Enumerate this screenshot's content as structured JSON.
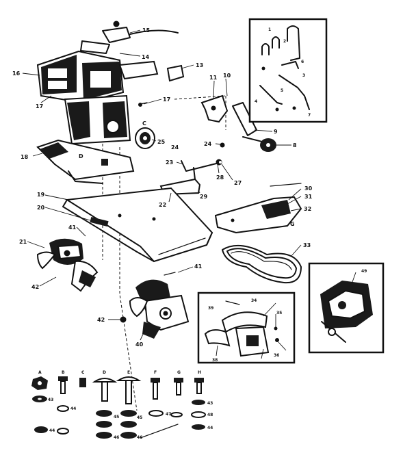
{
  "callouts": [
    {
      "id": "c15",
      "text": "15"
    },
    {
      "id": "c14",
      "text": "14"
    },
    {
      "id": "c16",
      "text": "16"
    },
    {
      "id": "c17a",
      "text": "17"
    },
    {
      "id": "c13",
      "text": "13"
    },
    {
      "id": "c17b",
      "text": "17"
    },
    {
      "id": "c11",
      "text": "11"
    },
    {
      "id": "c10",
      "text": "10"
    },
    {
      "id": "cC",
      "text": "C"
    },
    {
      "id": "c25",
      "text": "25"
    },
    {
      "id": "c9",
      "text": "9"
    },
    {
      "id": "c8",
      "text": "8"
    },
    {
      "id": "c24a",
      "text": "24"
    },
    {
      "id": "c24b",
      "text": "24"
    },
    {
      "id": "c23",
      "text": "23"
    },
    {
      "id": "c28",
      "text": "28"
    },
    {
      "id": "c27",
      "text": "27"
    },
    {
      "id": "c29",
      "text": "29"
    },
    {
      "id": "c22",
      "text": "22"
    },
    {
      "id": "c18",
      "text": "18"
    },
    {
      "id": "cD",
      "text": "D"
    },
    {
      "id": "c19",
      "text": "19"
    },
    {
      "id": "c20",
      "text": "20"
    },
    {
      "id": "c30",
      "text": "30"
    },
    {
      "id": "c31",
      "text": "31"
    },
    {
      "id": "c32",
      "text": "32"
    },
    {
      "id": "cG",
      "text": "G"
    },
    {
      "id": "c33",
      "text": "33"
    },
    {
      "id": "c41a",
      "text": "41"
    },
    {
      "id": "c21",
      "text": "21"
    },
    {
      "id": "c42a",
      "text": "42"
    },
    {
      "id": "c41b",
      "text": "41"
    },
    {
      "id": "c42b",
      "text": "42"
    },
    {
      "id": "c40",
      "text": "40"
    },
    {
      "id": "c34",
      "text": "34"
    },
    {
      "id": "c35",
      "text": "35"
    },
    {
      "id": "c38",
      "text": "38"
    },
    {
      "id": "c36",
      "text": "36"
    },
    {
      "id": "c39",
      "text": "39"
    },
    {
      "id": "c49",
      "text": "49"
    }
  ],
  "hardware_row": {
    "letters": [
      "A",
      "B",
      "C",
      "D",
      "E",
      "F",
      "G",
      "H"
    ],
    "numbers": [
      "43",
      "44",
      "45",
      "46",
      "47",
      "48"
    ]
  },
  "inset_tl": {
    "numbers": [
      "1",
      "2",
      "3",
      "4",
      "5",
      "6",
      "7"
    ]
  }
}
